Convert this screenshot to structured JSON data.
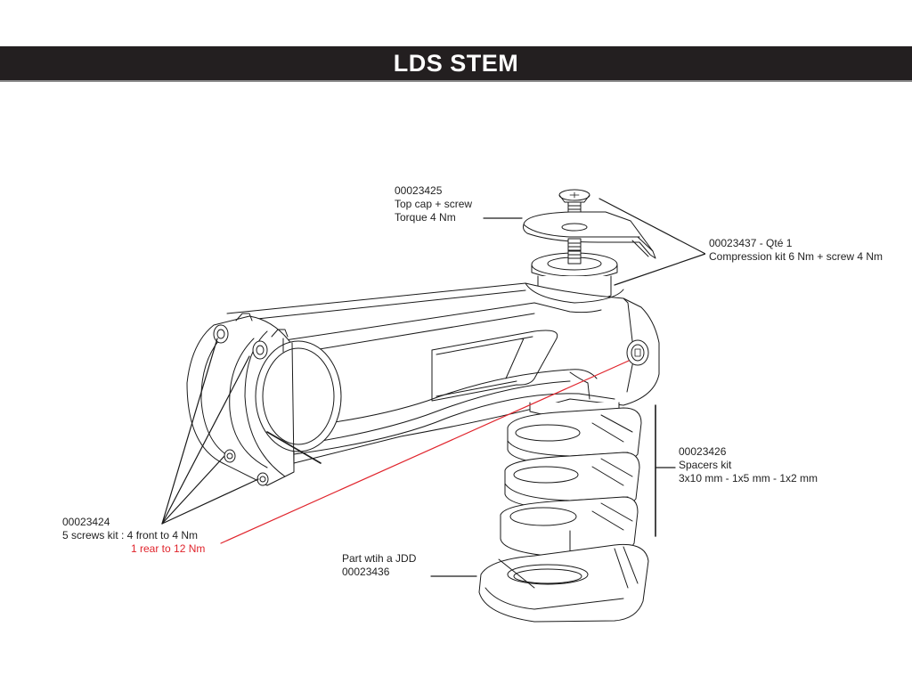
{
  "header": {
    "title": "LDS STEM",
    "bar_color": "#231f20",
    "title_color": "#ffffff"
  },
  "colors": {
    "line": "#1a1a1a",
    "accent_red": "#e0242c",
    "text": "#222222"
  },
  "callouts": {
    "top_cap": {
      "part_number": "00023425",
      "name": "Top cap + screw",
      "torque": "Torque 4 Nm"
    },
    "compression_kit": {
      "part_number_qty": "00023437 - Qté 1",
      "description": "Compression kit 6 Nm + screw  4 Nm"
    },
    "spacers_kit": {
      "part_number": "00023426",
      "name": "Spacers kit",
      "sizes": "3x10 mm - 1x5 mm - 1x2 mm"
    },
    "screws_kit": {
      "part_number": "00023424",
      "description": "5 screws kit : 4 front to 4 Nm",
      "rear_note": "1 rear to 12 Nm"
    },
    "jdd_part": {
      "name": "Part wtih a JDD",
      "part_number": "00023436"
    }
  },
  "parts_drawn": [
    "top-cap-screw",
    "top-cap",
    "compression-plug",
    "stem-body",
    "faceplate",
    "rear-clamp-bolt",
    "spacer-10mm",
    "spacer-10mm",
    "spacer-10mm",
    "jdd-base-spacer"
  ]
}
